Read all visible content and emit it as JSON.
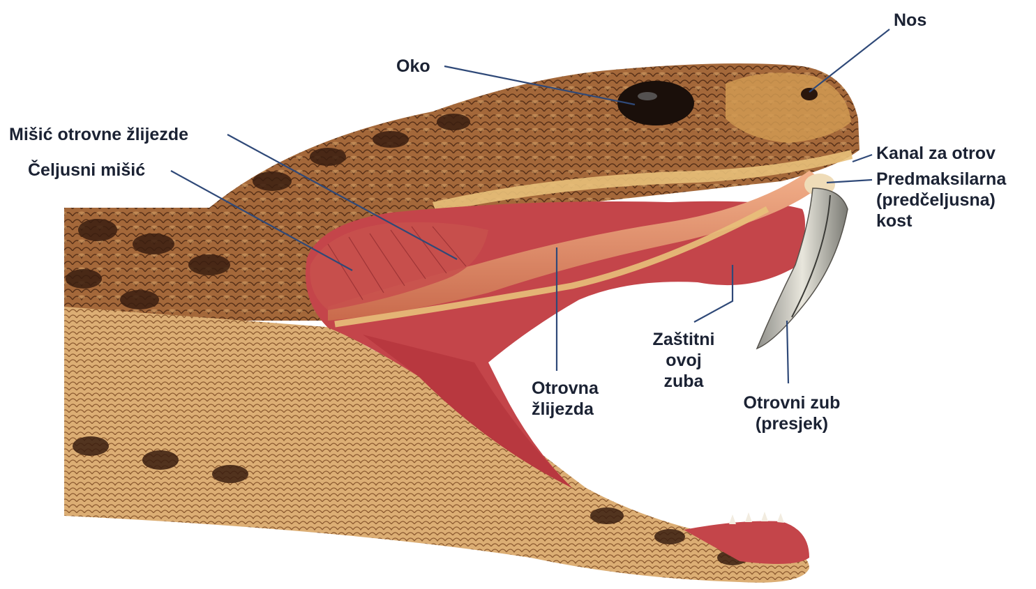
{
  "labels": {
    "nos": "Nos",
    "oko": "Oko",
    "misic_otrovne_zlijezde": "Mišić otrovne žlijezde",
    "celjusni_misic": "Čeljusni mišić",
    "kanal_za_otrov": "Kanal za otrov",
    "predmaksilarna": [
      "Predmaksilarna",
      "(predčeljusna)",
      "kost"
    ],
    "zastitni_ovoj": [
      "Zaštitni",
      "ovoj",
      "zuba"
    ],
    "otrovna_zlijezda": [
      "Otrovna",
      "žlijezda"
    ],
    "otrovni_zub": [
      "Otrovni zub",
      "(presjek)"
    ]
  },
  "colors": {
    "scale_base": "#a4683a",
    "scale_dark": "#3a1e10",
    "scale_light": "#e8c07a",
    "flesh": "#c4454a",
    "gland": "#e69a70",
    "leader_line": "#2f4978",
    "text": "#1b2233"
  },
  "icons": {
    "illustration": "snake-head-anatomy-illustration"
  }
}
